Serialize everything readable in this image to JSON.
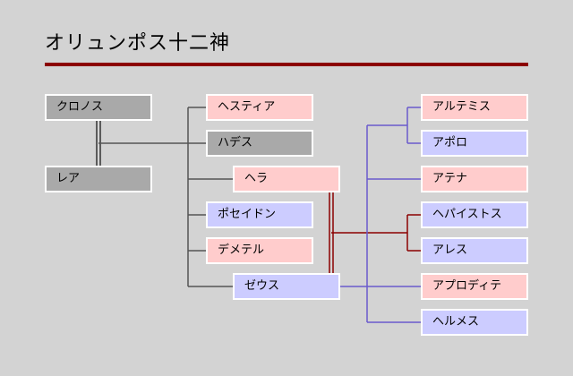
{
  "title": "オリュンポス十二神",
  "colors": {
    "background": "#d3d3d3",
    "title_rule": "#8b0000",
    "titan": "#a9a9a9",
    "female": "#ffcccc",
    "male": "#ccccff",
    "line_gray": "#555555",
    "line_red": "#8b0000",
    "line_purple": "#6a5acd"
  },
  "nodes": {
    "kronos": "クロノス",
    "rhea": "レア",
    "hestia": "ヘスティア",
    "hades": "ハデス",
    "hera": "ヘラ",
    "poseidon": "ポセイドン",
    "demeter": "デメテル",
    "zeus": "ゼウス",
    "artemis": "アルテミス",
    "apollo": "アポロ",
    "athena": "アテナ",
    "hephaestus": "ヘパイストス",
    "ares": "アレス",
    "aphrodite": "アプロディテ",
    "hermes": "ヘルメス"
  }
}
